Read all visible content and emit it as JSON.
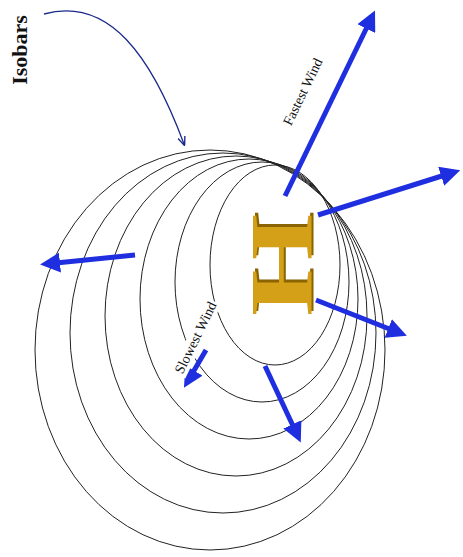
{
  "diagram": {
    "labels": [
      "Isobars",
      "Fastest Wind",
      "Slowest Wind",
      "H"
    ]
  }
}
